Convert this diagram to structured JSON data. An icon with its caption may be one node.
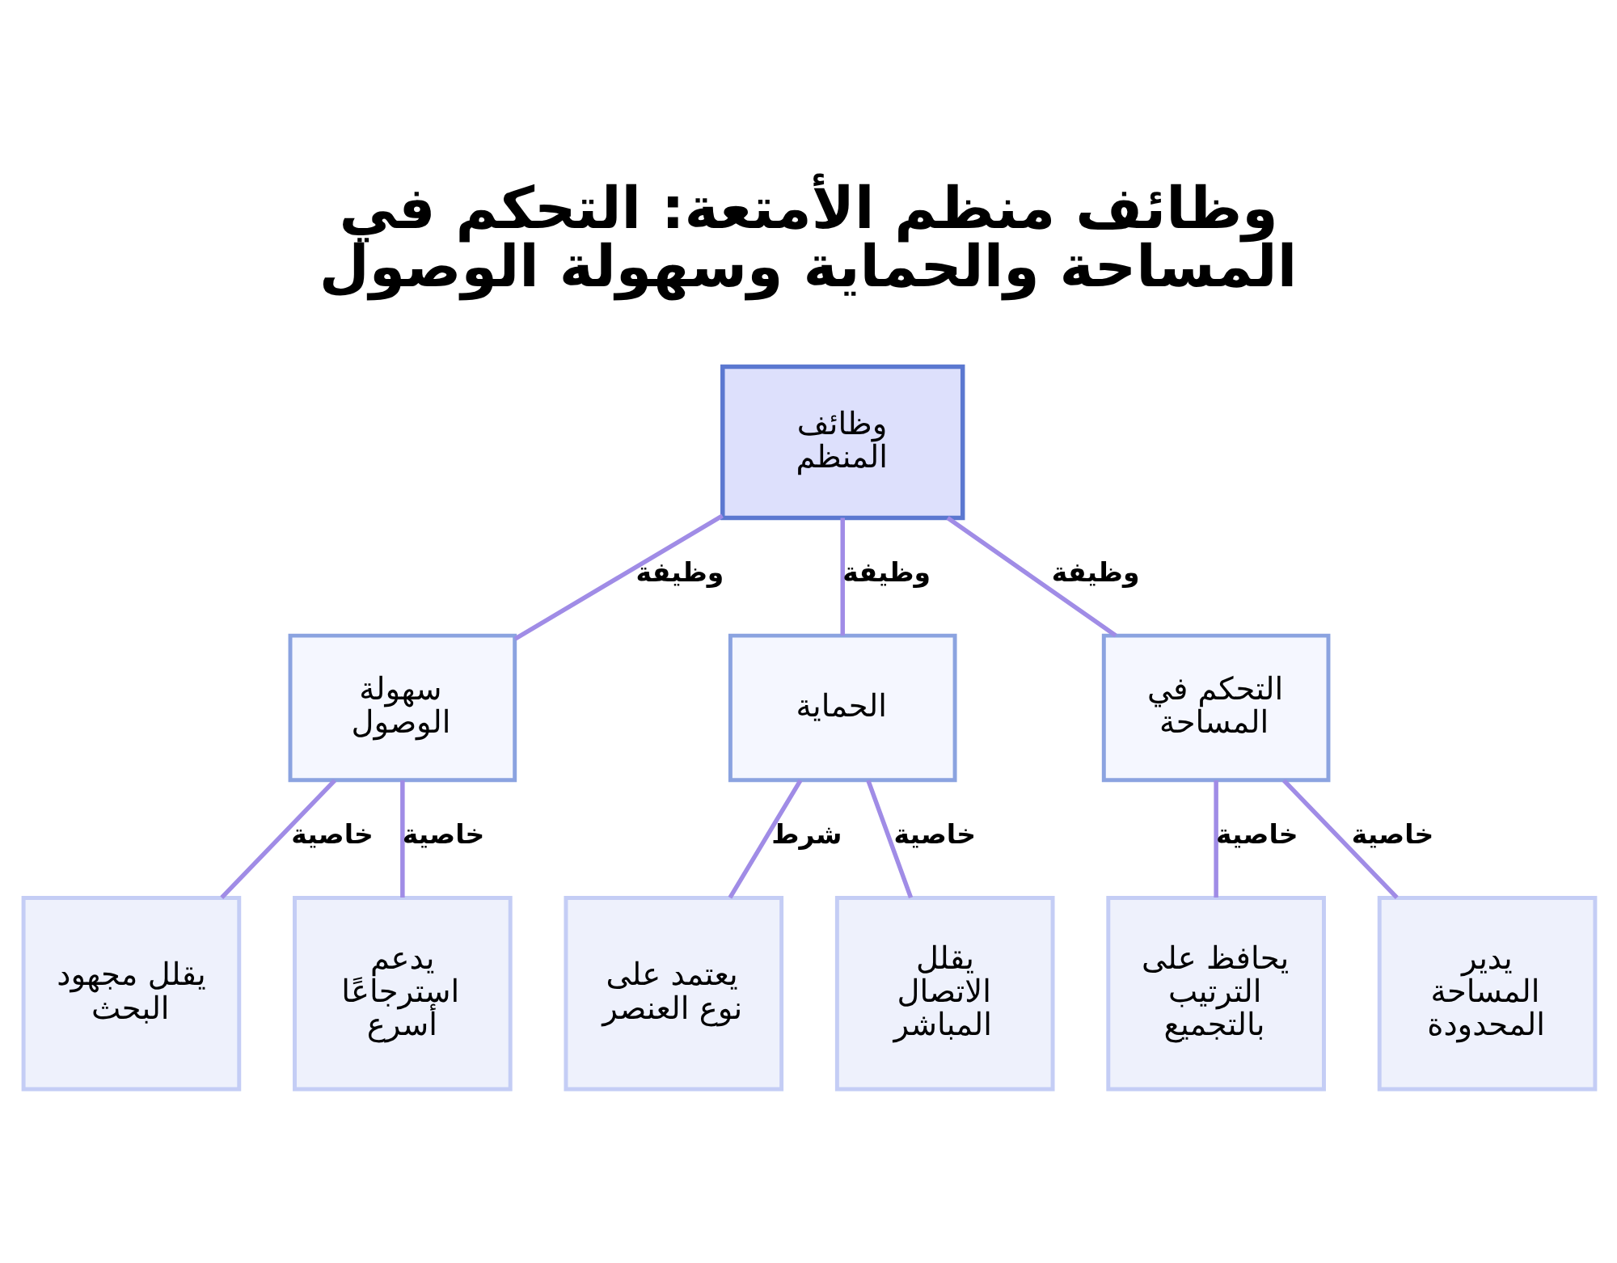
{
  "diagram": {
    "title": "وظائف منظم الأمتعة: التحكم في المساحة والحماية وسهولة الوصول",
    "nodes": [
      {
        "text": [
          "وظائف المنظم"
        ]
      },
      {
        "text": [
          "التحكم في المساحة"
        ]
      },
      {
        "text": [
          "الحماية"
        ]
      },
      {
        "text": [
          "سهولة الوصول"
        ]
      },
      {
        "text": [
          "يدير المساحة المحدودة"
        ]
      },
      {
        "text": [
          "يحافظ على الترتيب بالتجميع"
        ]
      },
      {
        "text": [
          "يقلل الاتصال المباشر"
        ]
      },
      {
        "text": [
          "يعتمد على نوع العنصر"
        ]
      },
      {
        "text": [
          "يدعم استرجاعًا أسرع"
        ]
      },
      {
        "text": [
          "يقلل مجهود البحث"
        ]
      }
    ],
    "edges": [
      {
        "from": 0,
        "to": 1,
        "arrow": "none",
        "label": "وظيفة"
      },
      {
        "from": 0,
        "to": 2,
        "arrow": "none",
        "label": "وظيفة"
      },
      {
        "from": 0,
        "to": 3,
        "arrow": "none",
        "label": "وظيفة"
      },
      {
        "from": 1,
        "to": 4,
        "arrow": "none",
        "label": "خاصية"
      },
      {
        "from": 1,
        "to": 5,
        "arrow": "none",
        "label": "خاصية"
      },
      {
        "from": 2,
        "to": 6,
        "arrow": "none",
        "label": "خاصية"
      },
      {
        "from": 2,
        "to": 7,
        "arrow": "none",
        "label": "شرط"
      },
      {
        "from": 3,
        "to": 8,
        "arrow": "none",
        "label": "خاصية"
      },
      {
        "from": 3,
        "to": 9,
        "arrow": "none",
        "label": "خاصية"
      }
    ]
  }
}
